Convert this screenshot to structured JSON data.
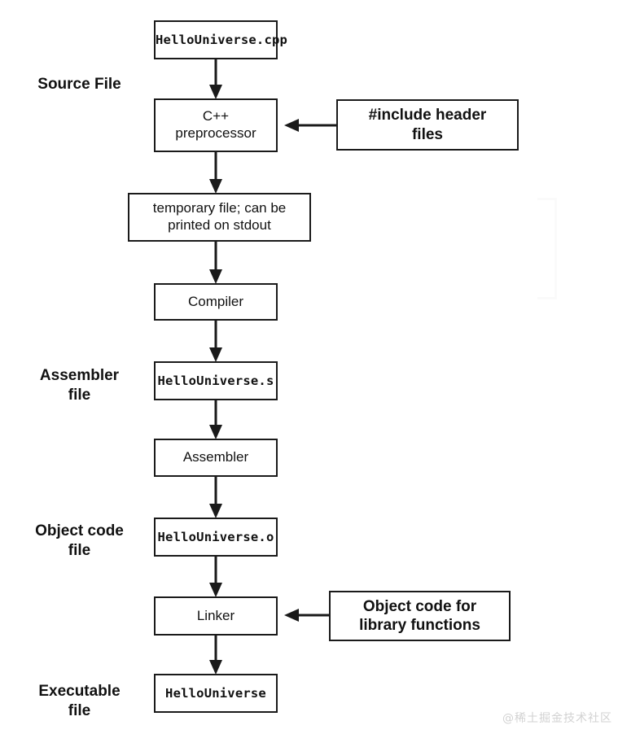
{
  "diagram": {
    "title": "C++ compilation pipeline",
    "background": "#ffffff",
    "stroke_color": "#1a1a1a",
    "watermark": "@稀土掘金技术社区",
    "watermark_color": "#d2d2d2"
  },
  "stage_labels": [
    {
      "id": "source-file",
      "text": "Source File"
    },
    {
      "id": "assembler-file",
      "text": "Assembler\nfile"
    },
    {
      "id": "object-code-file",
      "text": "Object code\nfile"
    },
    {
      "id": "executable-file",
      "text": "Executable\nfile"
    }
  ],
  "nodes": [
    {
      "id": "hellouniverse-cpp",
      "text": "HelloUniverse.cpp",
      "style": "mono"
    },
    {
      "id": "cpp-preprocessor",
      "text": "C++\npreprocessor",
      "style": "sans"
    },
    {
      "id": "include-header-files",
      "text": "#include header\nfiles",
      "style": "bold"
    },
    {
      "id": "temporary-file",
      "text": "temporary file; can be\nprinted on stdout",
      "style": "sans"
    },
    {
      "id": "compiler",
      "text": "Compiler",
      "style": "sans"
    },
    {
      "id": "hellouniverse-s",
      "text": "HelloUniverse.s",
      "style": "mono"
    },
    {
      "id": "assembler",
      "text": "Assembler",
      "style": "sans"
    },
    {
      "id": "hellouniverse-o",
      "text": "HelloUniverse.o",
      "style": "mono"
    },
    {
      "id": "linker",
      "text": "Linker",
      "style": "sans"
    },
    {
      "id": "object-code-for-library-functions",
      "text": "Object code for\nlibrary functions",
      "style": "bold"
    },
    {
      "id": "hellouniverse",
      "text": "HelloUniverse",
      "style": "mono"
    }
  ],
  "edges": [
    {
      "id": "cpp-to-preprocessor",
      "from": "hellouniverse-cpp",
      "to": "cpp-preprocessor",
      "direction": "down"
    },
    {
      "id": "preprocessor-to-temp",
      "from": "cpp-preprocessor",
      "to": "temporary-file",
      "direction": "down"
    },
    {
      "id": "include-to-preprocessor",
      "from": "include-header-files",
      "to": "cpp-preprocessor",
      "direction": "left"
    },
    {
      "id": "temp-to-compiler",
      "from": "temporary-file",
      "to": "compiler",
      "direction": "down"
    },
    {
      "id": "compiler-to-asm-file",
      "from": "compiler",
      "to": "hellouniverse-s",
      "direction": "down"
    },
    {
      "id": "asm-file-to-assembler",
      "from": "hellouniverse-s",
      "to": "assembler",
      "direction": "down"
    },
    {
      "id": "assembler-to-obj-file",
      "from": "assembler",
      "to": "hellouniverse-o",
      "direction": "down"
    },
    {
      "id": "obj-file-to-linker",
      "from": "hellouniverse-o",
      "to": "linker",
      "direction": "down"
    },
    {
      "id": "library-to-linker",
      "from": "object-code-for-library-functions",
      "to": "linker",
      "direction": "left"
    },
    {
      "id": "linker-to-executable",
      "from": "linker",
      "to": "hellouniverse",
      "direction": "down"
    }
  ]
}
